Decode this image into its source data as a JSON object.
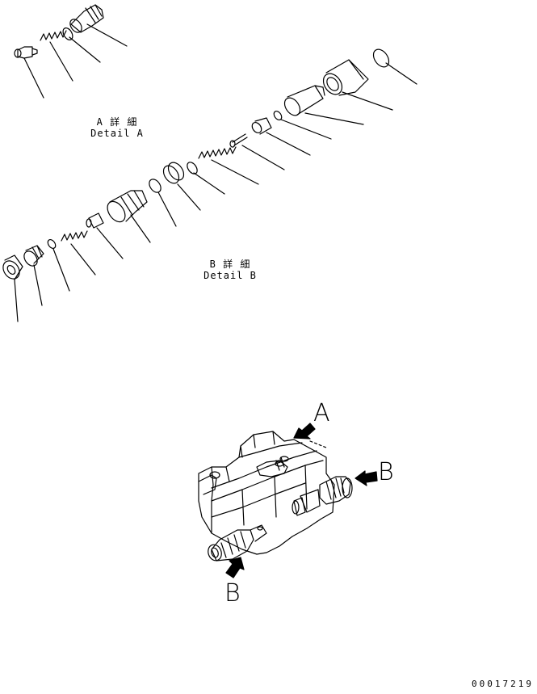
{
  "detail_a": {
    "caption_jp": "A 詳 細",
    "caption_en": "Detail A"
  },
  "detail_b": {
    "caption_jp": "B 詳 細",
    "caption_en": "Detail B"
  },
  "callouts": {
    "a": "A",
    "b_right": "B",
    "b_bottom": "B"
  },
  "figure_number": "00017219"
}
